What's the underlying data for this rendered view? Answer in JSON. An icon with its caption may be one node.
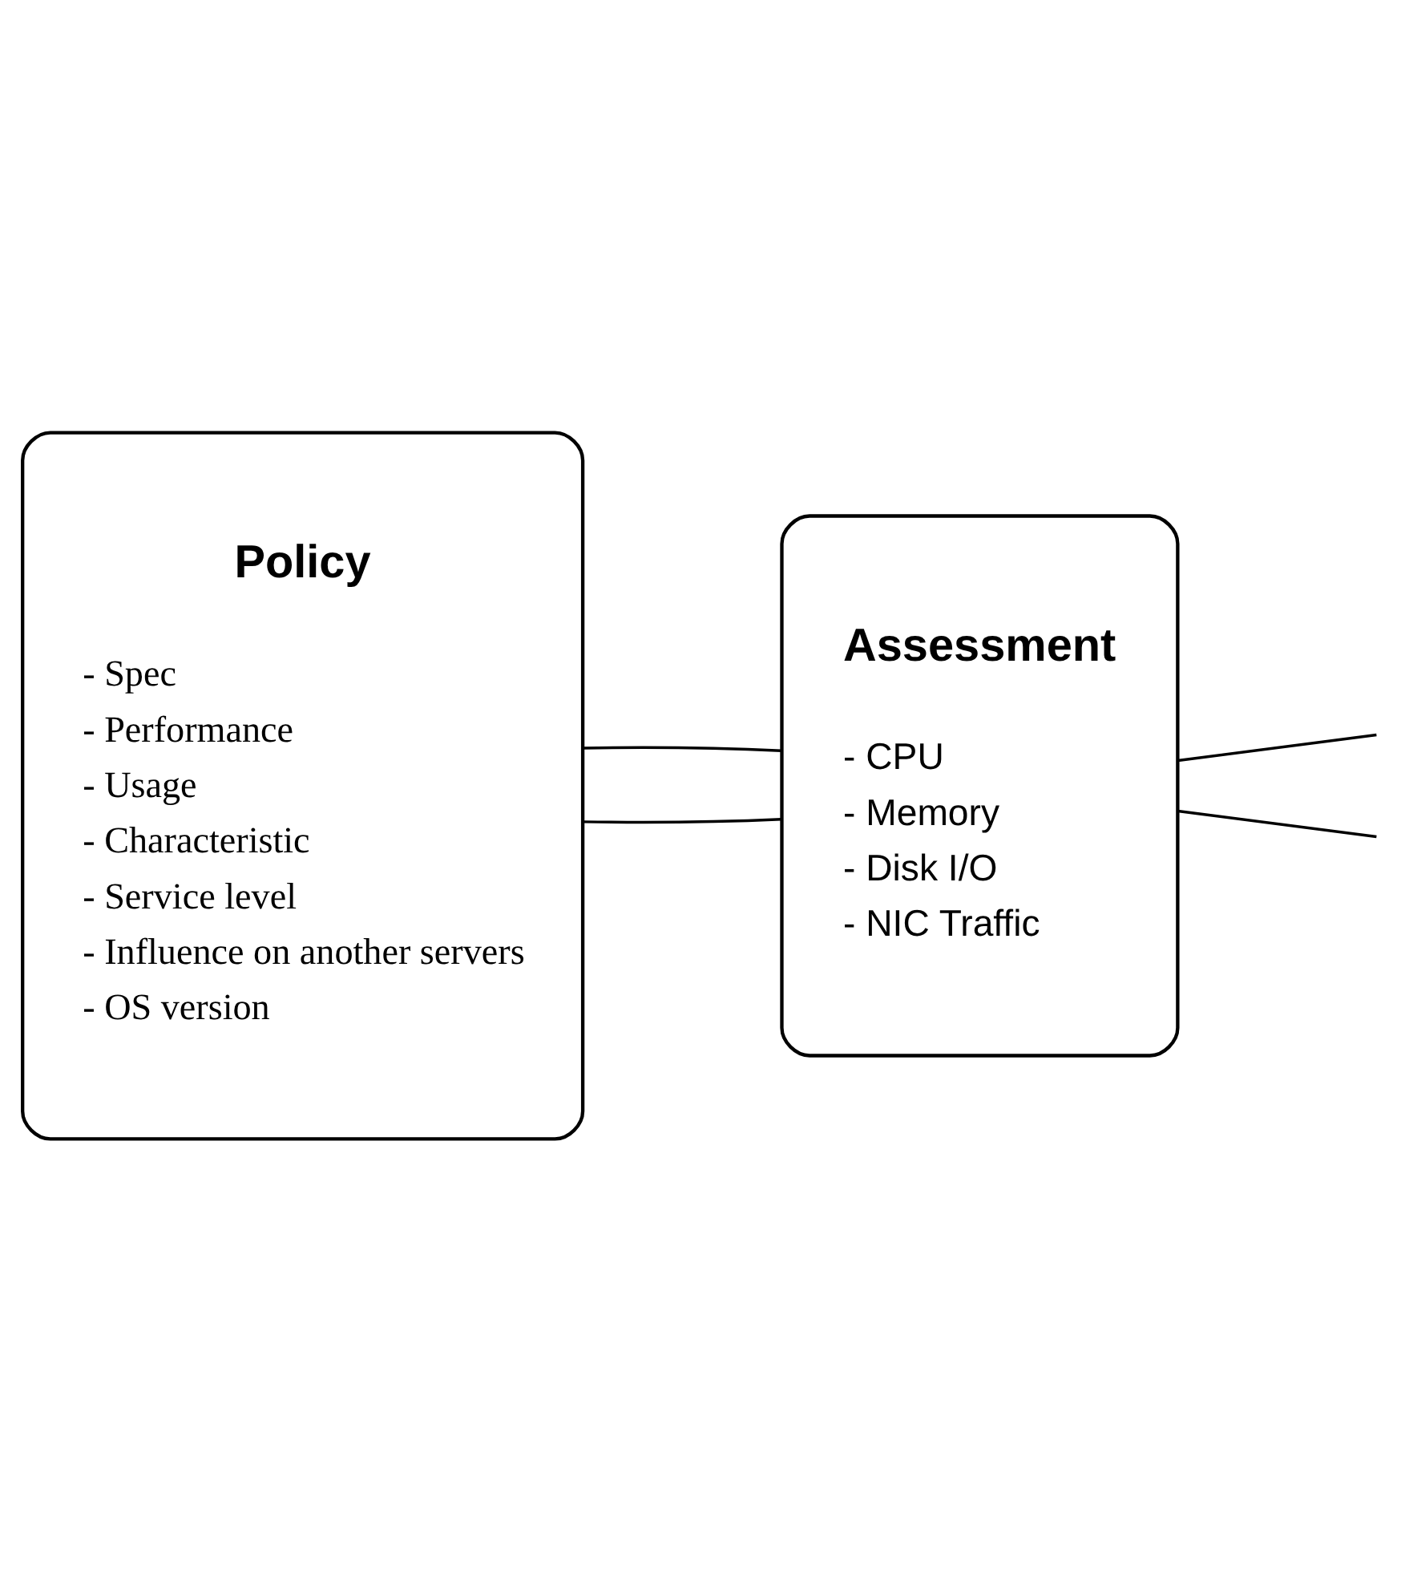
{
  "diagram": {
    "nodes": [
      {
        "text": [
          "Policy",
          "- Spec",
          "- Performance",
          "- Usage",
          "- Characteristic",
          "- Service level",
          "- Influence on another servers",
          "- OS version"
        ]
      },
      {
        "text": [
          "Assessment",
          "- CPU",
          "- Memory",
          "- Disk I/O",
          "- NIC Traffic"
        ]
      }
    ],
    "edges": [
      {
        "from": 0,
        "to": 1,
        "arrow": "none"
      },
      {
        "from": 0,
        "to": 1,
        "arrow": "none"
      },
      {
        "from": 1,
        "to": null,
        "arrow": "none"
      },
      {
        "from": 1,
        "to": null,
        "arrow": "none"
      }
    ]
  }
}
